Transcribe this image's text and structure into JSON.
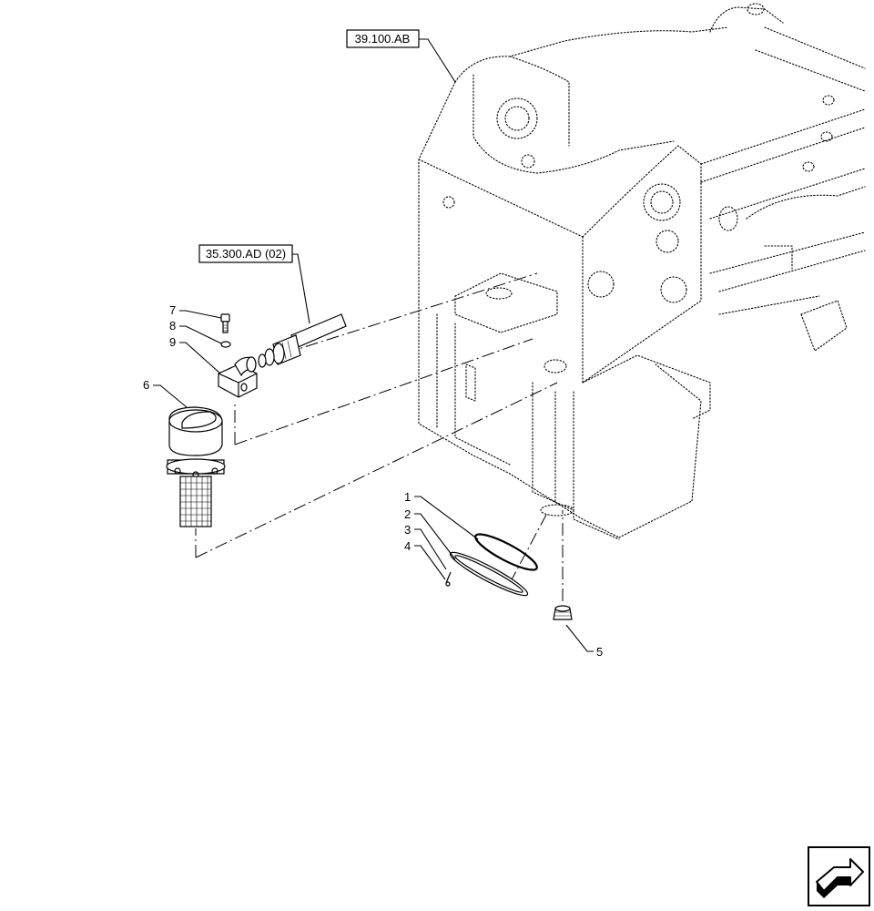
{
  "references": {
    "frame": "39.100.AB",
    "hose": "35.300.AD (02)"
  },
  "callouts": [
    {
      "id": "c1",
      "label": "1"
    },
    {
      "id": "c2",
      "label": "2"
    },
    {
      "id": "c3",
      "label": "3"
    },
    {
      "id": "c4",
      "label": "4"
    },
    {
      "id": "c5",
      "label": "5"
    },
    {
      "id": "c6",
      "label": "6"
    },
    {
      "id": "c7",
      "label": "7"
    },
    {
      "id": "c8",
      "label": "8"
    },
    {
      "id": "c9",
      "label": "9"
    }
  ],
  "nav_icon": "next-page-arrow-icon"
}
